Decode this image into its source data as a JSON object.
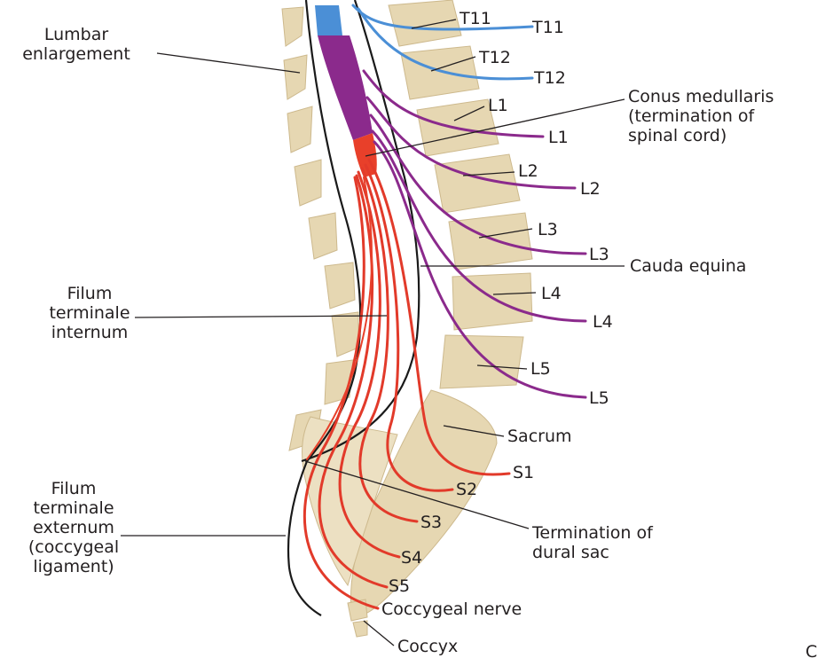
{
  "diagram": {
    "labels": {
      "lumbar_enlargement": [
        "Lumbar",
        "enlargement"
      ],
      "t11_vertebra": "T11",
      "t11_nerve": "T11",
      "t12_vertebra": "T12",
      "t12_nerve": "T12",
      "l1_vertebra": "L1",
      "l1_nerve": "L1",
      "conus_medullaris": [
        "Conus medullaris",
        "(termination of",
        "spinal cord)"
      ],
      "l2_vertebra": "L2",
      "l2_nerve": "L2",
      "l3_vertebra": "L3",
      "l3_nerve": "L3",
      "cauda_equina": "Cauda equina",
      "filum_internum": [
        "Filum",
        "terminale",
        "internum"
      ],
      "l4_vertebra": "L4",
      "l4_nerve": "L4",
      "l5_vertebra": "L5",
      "l5_nerve": "L5",
      "sacrum": "Sacrum",
      "s1_nerve": "S1",
      "s2_nerve": "S2",
      "s3_nerve": "S3",
      "s4_nerve": "S4",
      "s5_nerve": "S5",
      "termination_dural_sac": [
        "Termination of",
        "dural sac"
      ],
      "filum_externum": [
        "Filum",
        "terminale",
        "externum",
        "(coccygeal",
        "ligament)"
      ],
      "coccygeal_nerve": "Coccygeal nerve",
      "coccyx": "Coccyx",
      "plate_letter": "C"
    },
    "colors": {
      "bone": "#e6d7b2",
      "bone_edge": "#cdb98d",
      "thoracic_blue": "#4b8fd6",
      "lumbar_purple": "#8b2a8c",
      "sacral_red": "#e23a2a",
      "conus_red": "#e8402a",
      "dura": "#1a1a1a"
    }
  }
}
